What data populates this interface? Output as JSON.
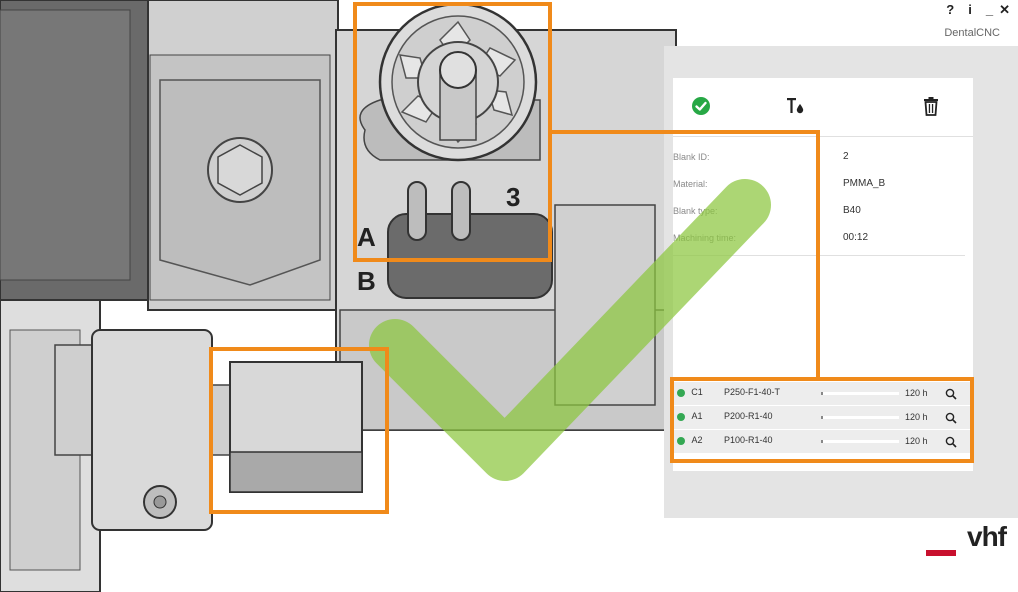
{
  "window": {
    "help_label": "?",
    "info_label": "i",
    "minimize_label": "_",
    "close_label": "✕",
    "app_title": "DentalCNC"
  },
  "machine": {
    "position_3": "3",
    "position_a": "A",
    "position_b": "B"
  },
  "toolbar": {
    "icons": [
      "check-icon",
      "tool-coolant-icon",
      "trash-icon"
    ],
    "accent_color": "#27a845"
  },
  "blank_info": {
    "rows": [
      {
        "label": "Blank ID:",
        "value": "2"
      },
      {
        "label": "Material:",
        "value": "PMMA_B"
      },
      {
        "label": "Blank type:",
        "value": "B40"
      },
      {
        "label": "Machining time:",
        "value": "00:12"
      }
    ]
  },
  "tools": [
    {
      "slot": "C1",
      "name": "P250-F1-40-T",
      "hours": "120 h",
      "level": 0.02,
      "status_color": "#34a853"
    },
    {
      "slot": "A1",
      "name": "P200-R1-40",
      "hours": "120 h",
      "level": 0.02,
      "status_color": "#34a853"
    },
    {
      "slot": "A2",
      "name": "P100-R1-40",
      "hours": "120 h",
      "level": 0.02,
      "status_color": "#34a853"
    }
  ],
  "logo": {
    "text": "vhf",
    "bar_color": "#c8102e"
  },
  "highlight_color": "#f08a1a",
  "overlay_check_color": "#8cc63f"
}
